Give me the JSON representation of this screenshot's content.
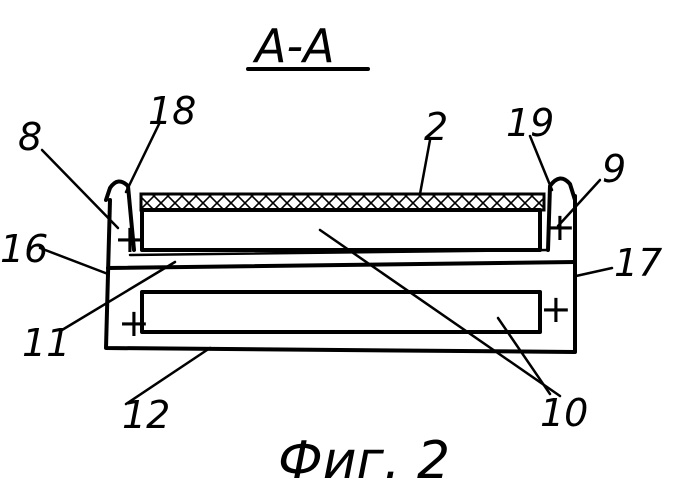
{
  "section_label": "А-А",
  "figure_caption": "Фиг. 2",
  "reference_numerals": {
    "n2": "2",
    "n8": "8",
    "n9": "9",
    "n10": "10",
    "n11": "11",
    "n12": "12",
    "n16": "16",
    "n17": "17",
    "n18": "18",
    "n19": "19"
  },
  "polarity": {
    "plus": "+"
  }
}
